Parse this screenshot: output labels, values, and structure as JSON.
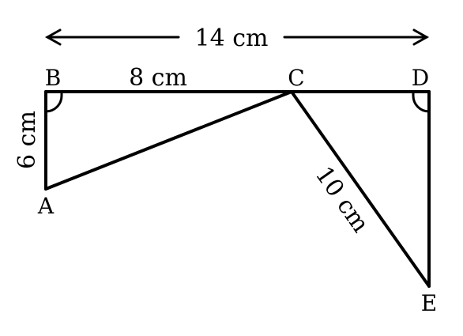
{
  "figure": {
    "points": {
      "A": "A",
      "B": "B",
      "C": "C",
      "D": "D",
      "E": "E"
    },
    "lengths": {
      "BD": "14 cm",
      "BC": "8 cm",
      "AB": "6 cm",
      "CE": "10 cm"
    },
    "right_angles": [
      "B",
      "D"
    ]
  }
}
